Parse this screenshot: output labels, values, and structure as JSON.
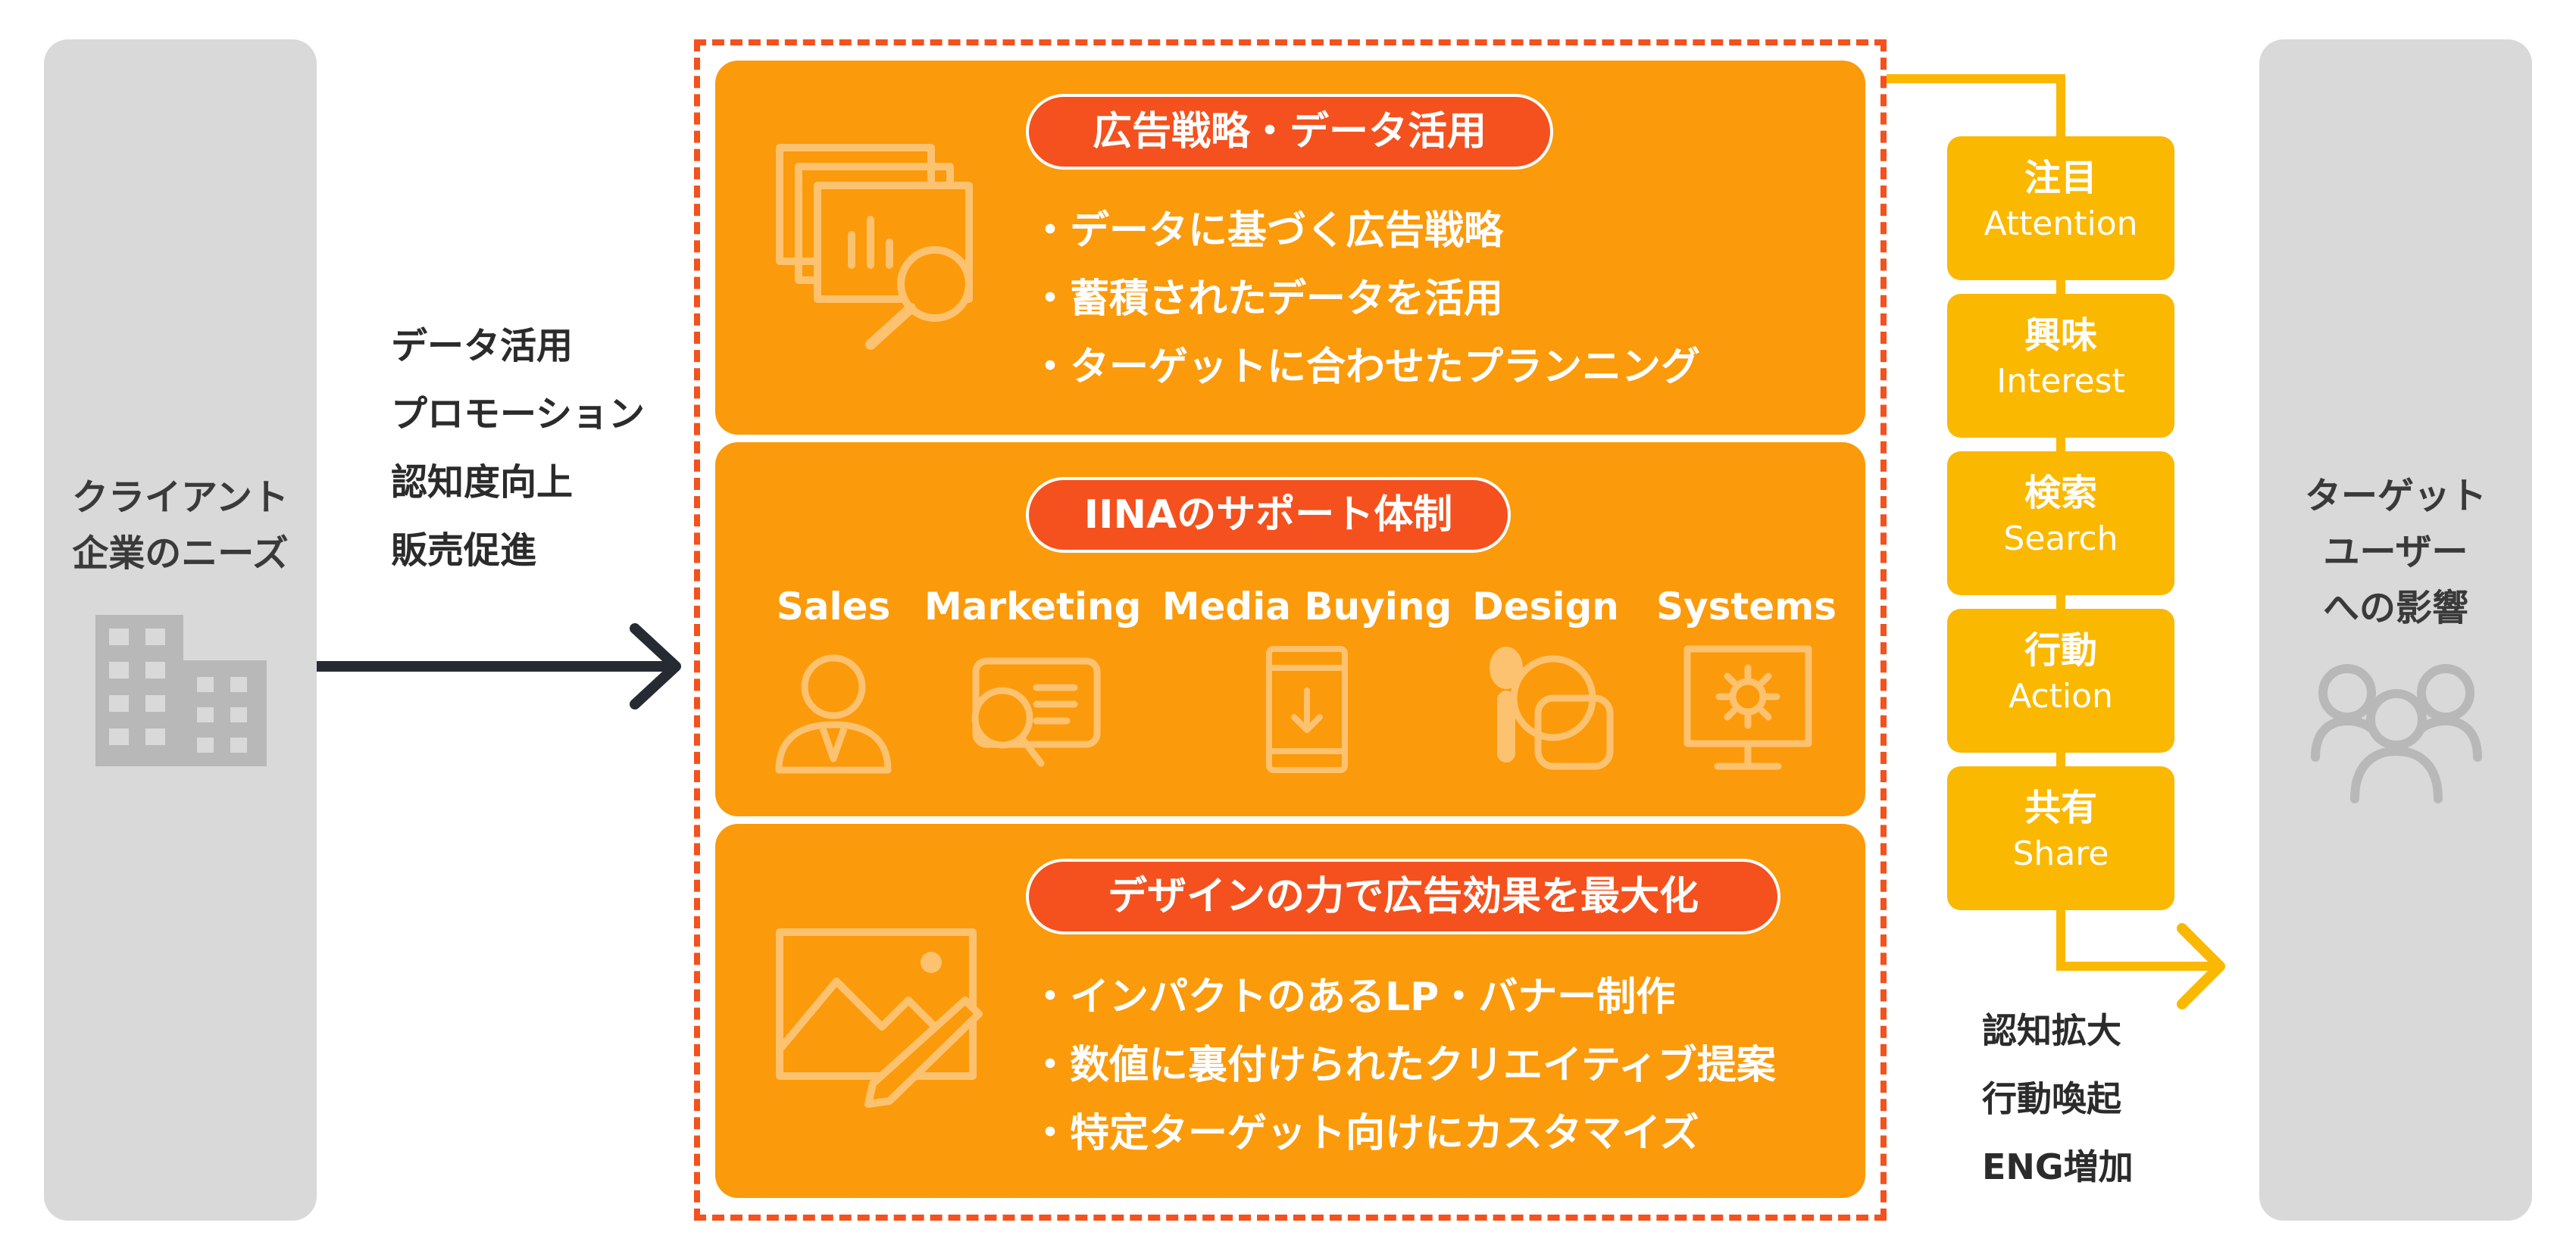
{
  "client": {
    "title_line1": "クライアント",
    "title_line2": "企業のニーズ",
    "icon": "building-icon"
  },
  "needs": [
    "データ活用",
    "プロモーション",
    "認知度向上",
    "販売促進"
  ],
  "strategy": {
    "title": "広告戦略・データ活用",
    "icon": "analytics-magnifier-icon",
    "bullets": [
      "・データに基づく広告戦略",
      "・蓄積されたデータを活用",
      "・ターゲットに合わせたプランニング"
    ]
  },
  "support": {
    "title": "IINAのサポート体制",
    "teams": [
      {
        "label": "Sales",
        "icon": "person-icon"
      },
      {
        "label": "Marketing",
        "icon": "search-document-icon"
      },
      {
        "label": "Media Buying",
        "icon": "smartphone-download-icon"
      },
      {
        "label": "Design",
        "icon": "brush-shapes-icon"
      },
      {
        "label": "Systems",
        "icon": "monitor-gear-icon"
      }
    ]
  },
  "design": {
    "title": "デザインの力で広告効果を最大化",
    "icon": "image-edit-icon",
    "bullets": [
      "・インパクトのあるLP・バナー制作",
      "・数値に裏付けられたクリエイティブ提案",
      "・特定ターゲット向けにカスタマイズ"
    ]
  },
  "aisas": [
    {
      "jp": "注目",
      "en": "Attention"
    },
    {
      "jp": "興味",
      "en": "Interest"
    },
    {
      "jp": "検索",
      "en": "Search"
    },
    {
      "jp": "行動",
      "en": "Action"
    },
    {
      "jp": "共有",
      "en": "Share"
    }
  ],
  "effects": [
    "認知拡大",
    "行動喚起",
    "ENG増加"
  ],
  "target": {
    "title_line1": "ターゲット",
    "title_line2": "ユーザー",
    "title_line3": "への影響",
    "icon": "users-group-icon"
  },
  "colors": {
    "orange": "#fb9a0b",
    "red_orange": "#f4511e",
    "yellow": "#fbb800",
    "gray": "#d9d9d9"
  }
}
